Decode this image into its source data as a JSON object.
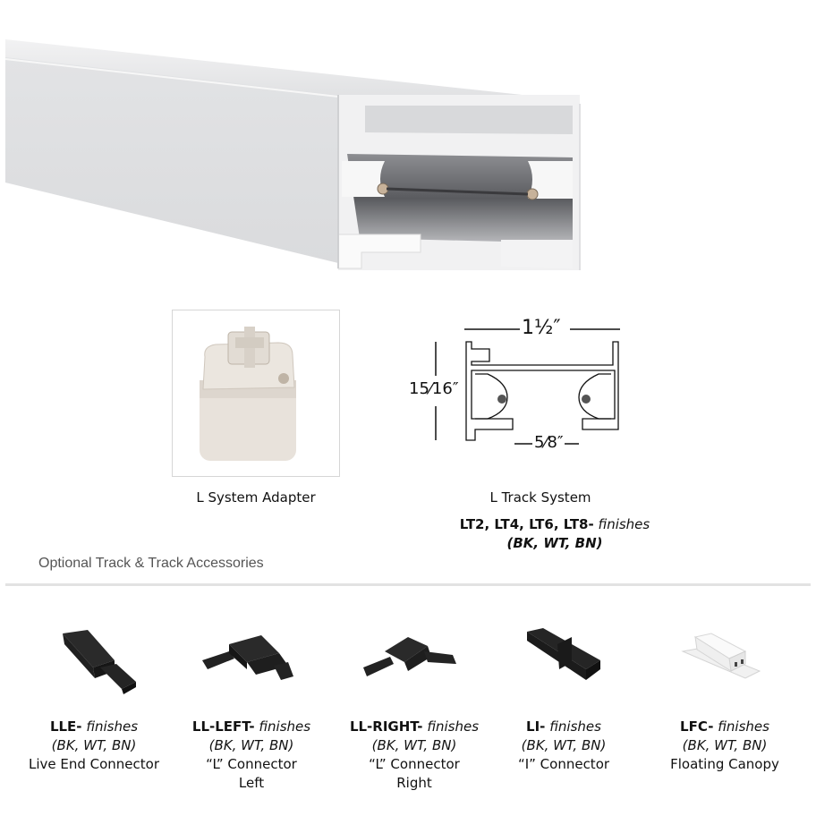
{
  "hero": {
    "image": "track-rail-photo",
    "finish_color": "#e6e7e9"
  },
  "adapter": {
    "image": "l-system-adapter-photo",
    "label": "L System Adapter"
  },
  "track_system": {
    "diagram": {
      "width_dim": "1½″",
      "height_dim": "15⁄16″",
      "opening_dim": "5⁄8″"
    },
    "label": "L Track System",
    "models": "LT2, LT4, LT6, LT8-",
    "finishes_word": "finishes",
    "finishes_codes": "(BK, WT, BN)"
  },
  "accessories_section": {
    "title": "Optional Track & Track Accessories"
  },
  "accessories": [
    {
      "code": "LLE-",
      "finishes_word": "finishes",
      "finishes_codes": "(BK, WT, BN)",
      "desc1": "Live End Connector",
      "desc2": "",
      "color": "#1c1c1c"
    },
    {
      "code": "LL-LEFT-",
      "finishes_word": "finishes",
      "finishes_codes": "(BK, WT, BN)",
      "desc1": "“L”  Connector",
      "desc2": "Left",
      "color": "#1c1c1c"
    },
    {
      "code": "LL-RIGHT-",
      "finishes_word": "finishes",
      "finishes_codes": "(BK, WT, BN)",
      "desc1": "“L”  Connector",
      "desc2": "Right",
      "color": "#1c1c1c"
    },
    {
      "code": "LI-",
      "finishes_word": "finishes",
      "finishes_codes": "(BK, WT, BN)",
      "desc1": "“I” Connector",
      "desc2": "",
      "color": "#1c1c1c"
    },
    {
      "code": "LFC-",
      "finishes_word": "finishes",
      "finishes_codes": "(BK, WT, BN)",
      "desc1": "Floating Canopy",
      "desc2": "",
      "color": "#f4f4f4"
    }
  ]
}
